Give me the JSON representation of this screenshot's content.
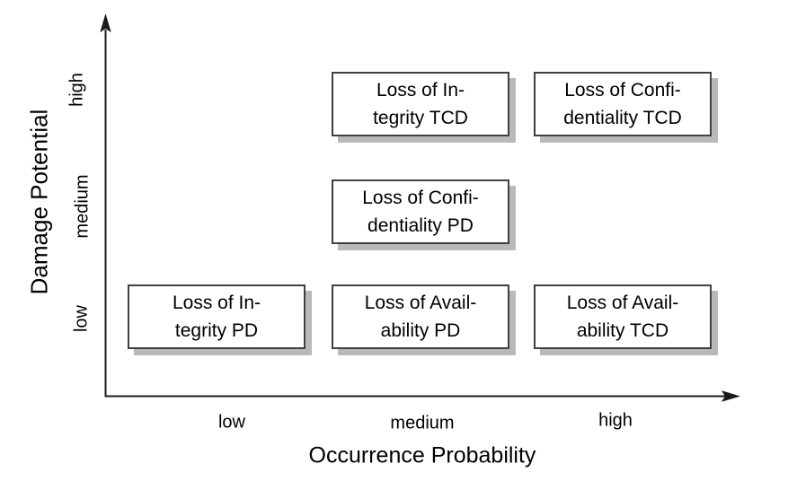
{
  "figure": {
    "x_axis": {
      "title": "Occurrence Probability",
      "ticks": [
        "low",
        "medium",
        "high"
      ]
    },
    "y_axis": {
      "title": "Damage Potential",
      "ticks": [
        "low",
        "medium",
        "high"
      ]
    }
  },
  "boxes": [
    {
      "label": "Loss of Integrity TCD",
      "text": "Loss of In-\ntegrity TCD",
      "x": "medium",
      "y": "high"
    },
    {
      "label": "Loss of Confidentiality TCD",
      "text": "Loss of Confi-\ndentiality TCD",
      "x": "high",
      "y": "high"
    },
    {
      "label": "Loss of Confidentiality PD",
      "text": "Loss of Confi-\ndentiality PD",
      "x": "medium",
      "y": "medium"
    },
    {
      "label": "Loss of Integrity PD",
      "text": "Loss of In-\ntegrity PD",
      "x": "low",
      "y": "low"
    },
    {
      "label": "Loss of Availability PD",
      "text": "Loss of Avail-\nability PD",
      "x": "medium",
      "y": "low"
    },
    {
      "label": "Loss of Availability TCD",
      "text": "Loss of Avail-\nability TCD",
      "x": "high",
      "y": "low"
    }
  ],
  "colors": {
    "background": "#ffffff",
    "axis": "#1a1a1a",
    "box_border": "#404040",
    "box_shadow": "#b9b9b9",
    "text": "#000000"
  },
  "chart_data": {
    "type": "scatter",
    "title": "",
    "xlabel": "Occurrence Probability",
    "ylabel": "Damage Potential",
    "x_ticks": [
      "low",
      "medium",
      "high"
    ],
    "y_ticks": [
      "low",
      "medium",
      "high"
    ],
    "grid": false,
    "legend": false,
    "points": [
      {
        "x": "medium",
        "y": "high",
        "label": "Loss of Integrity TCD"
      },
      {
        "x": "high",
        "y": "high",
        "label": "Loss of Confidentiality TCD"
      },
      {
        "x": "medium",
        "y": "medium",
        "label": "Loss of Confidentiality PD"
      },
      {
        "x": "low",
        "y": "low",
        "label": "Loss of Integrity PD"
      },
      {
        "x": "medium",
        "y": "low",
        "label": "Loss of Availability PD"
      },
      {
        "x": "high",
        "y": "low",
        "label": "Loss of Availability TCD"
      }
    ]
  }
}
